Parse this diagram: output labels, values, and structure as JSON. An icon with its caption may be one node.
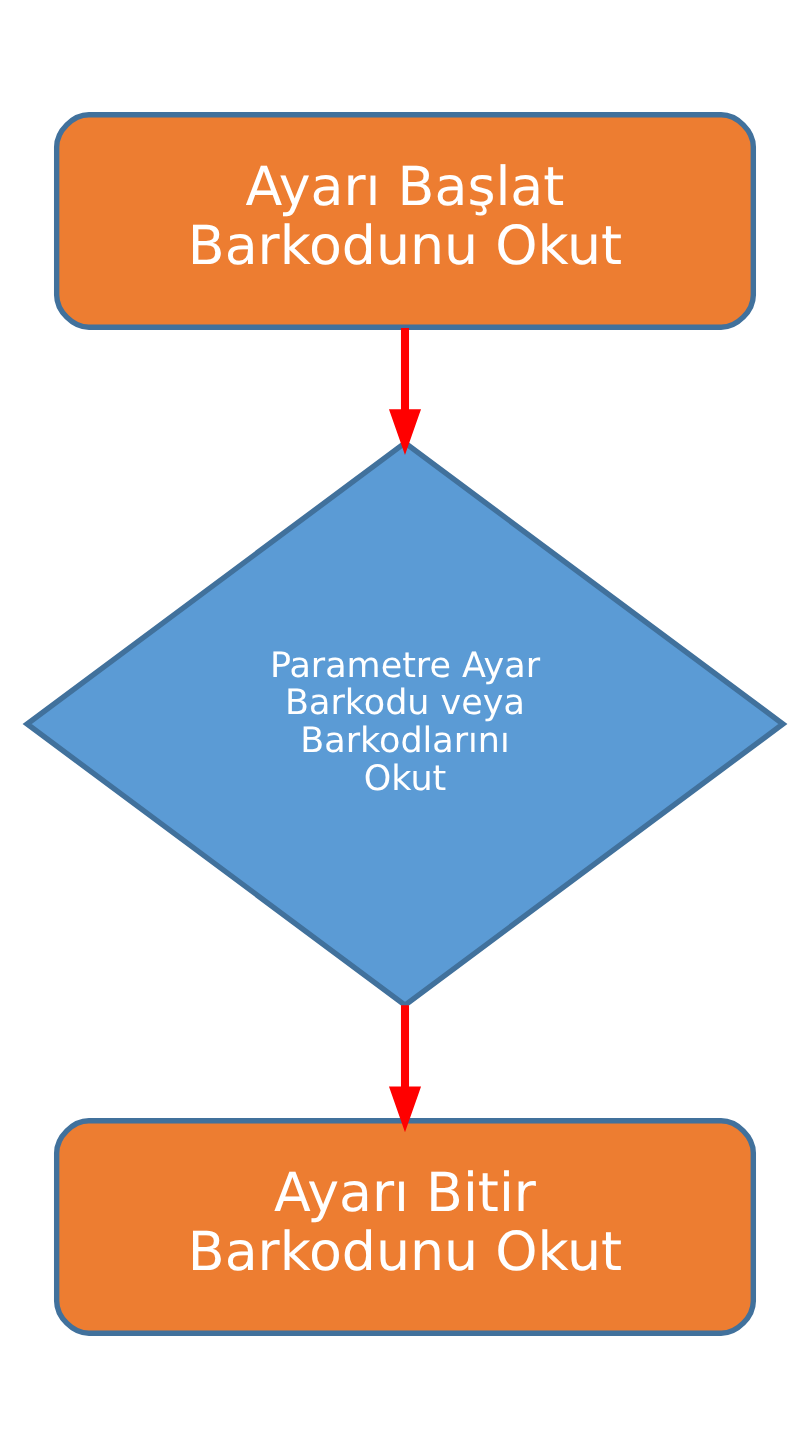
{
  "diagram": {
    "nodes": [
      {
        "text": [
          "Ayarı Başlat Barkodunu Okut"
        ]
      },
      {
        "text": [
          "Parametre Ayar Barkodu veya Barkodlarını Okut"
        ]
      },
      {
        "text": [
          "Ayarı Bitir Barkodunu Okut"
        ]
      }
    ],
    "edges": [
      {
        "from": 0,
        "to": 1,
        "arrow": "to"
      },
      {
        "from": 1,
        "to": 2,
        "arrow": "to"
      }
    ]
  }
}
